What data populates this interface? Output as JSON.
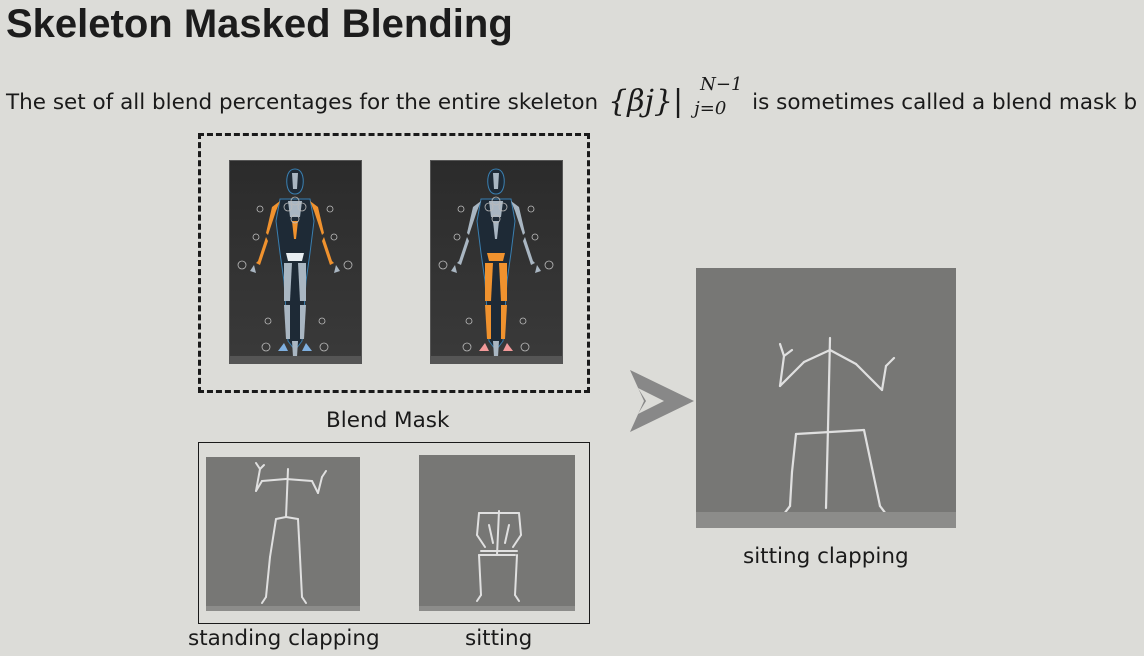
{
  "slide": {
    "title": "Skeleton Masked Blending",
    "sentence_before": "The set of all blend percentages for the entire skeleton",
    "sentence_after": "is sometimes called a blend mask b",
    "formula": {
      "main": "{βj}|",
      "superscript": "N−1",
      "subscript": "j=0"
    }
  },
  "figures": {
    "blend_mask_label": "Blend Mask",
    "standing_clapping_label": "standing clapping",
    "sitting_label": "sitting",
    "sitting_clapping_label": "sitting clapping"
  },
  "colors": {
    "background": "#dcdcd8",
    "mask_highlight": "#f0922e",
    "mask_body": "#a9b6c2",
    "arrow": "#888888",
    "render_bg": "#777775"
  }
}
